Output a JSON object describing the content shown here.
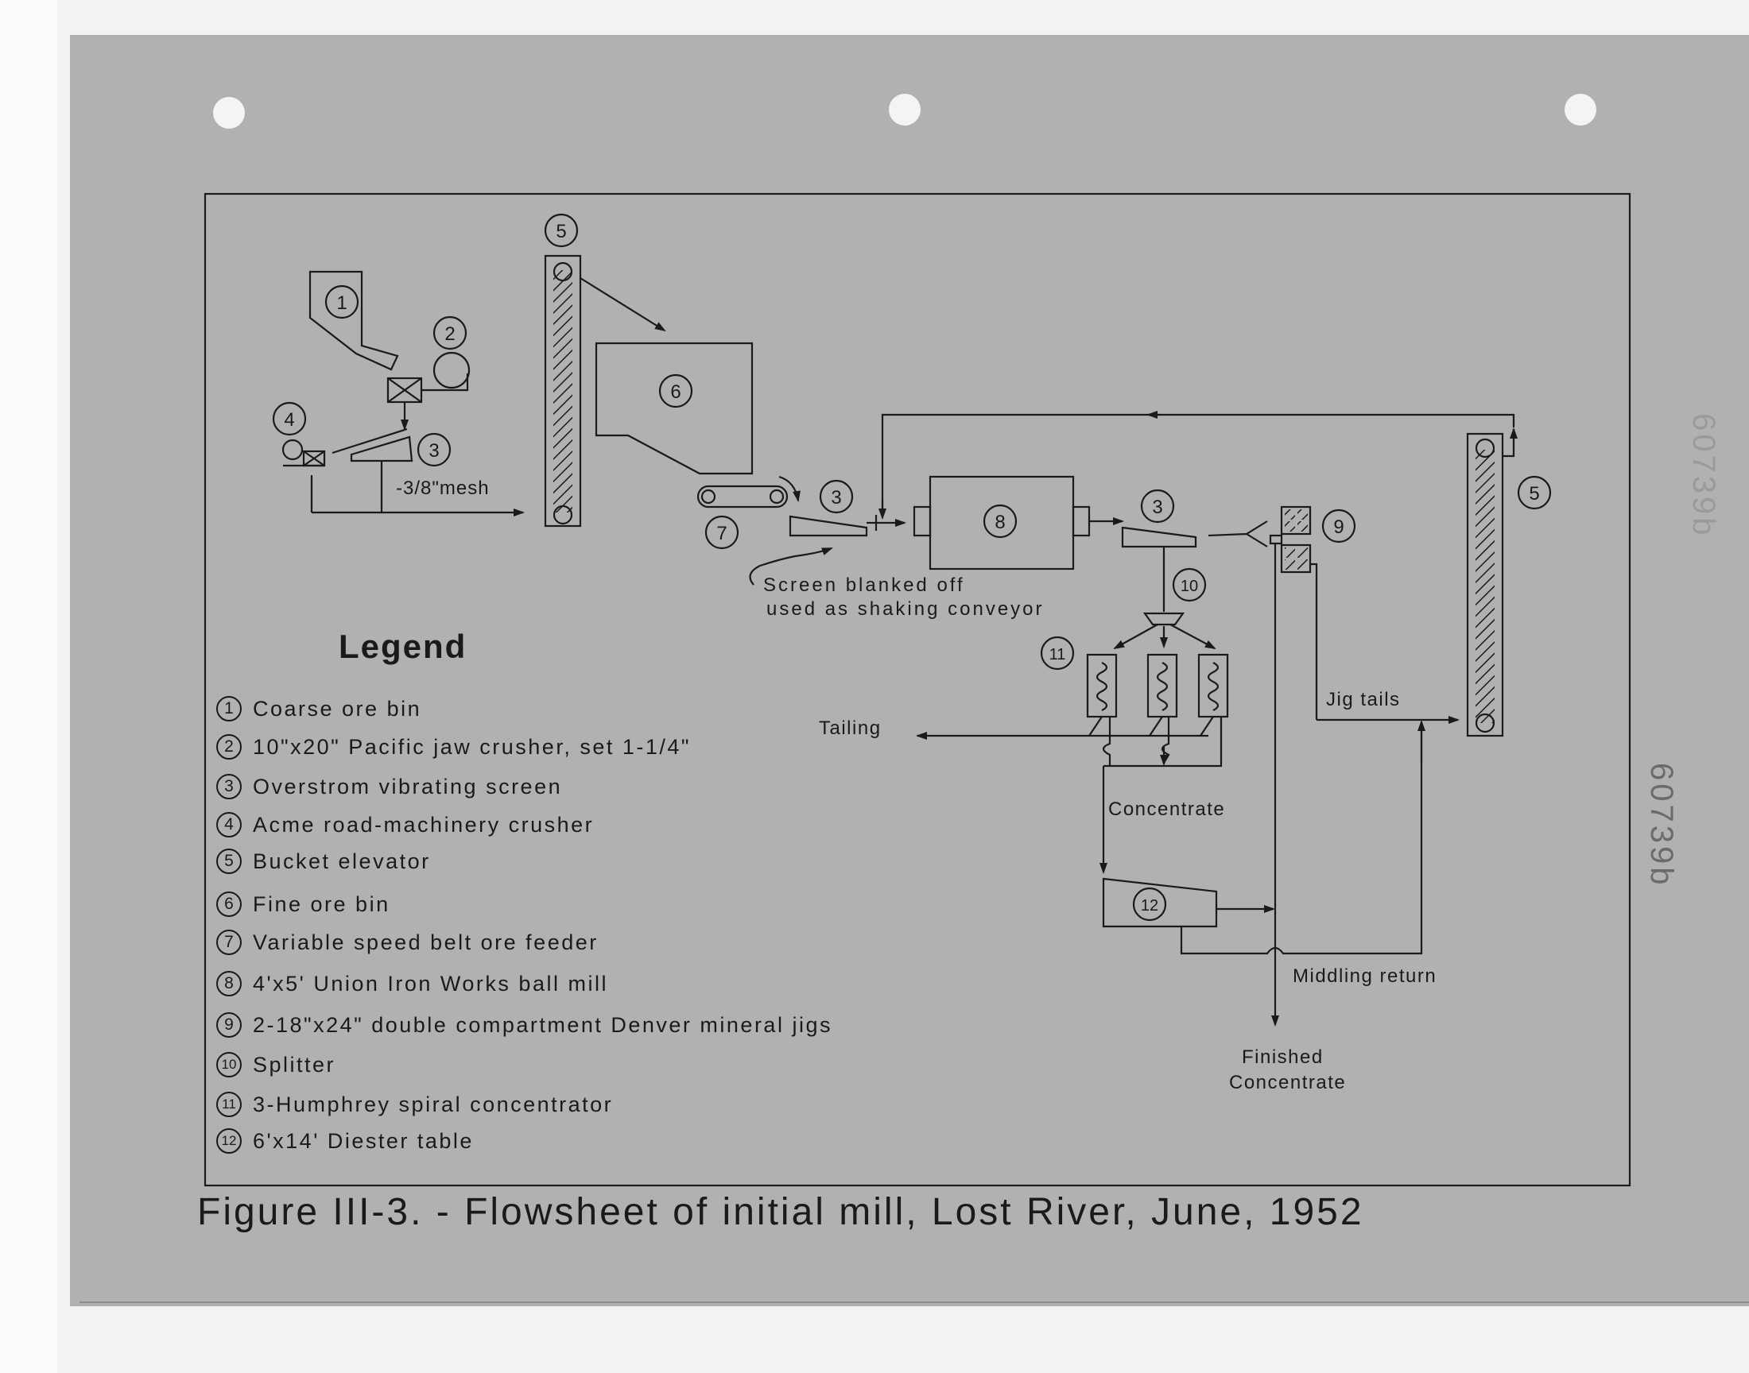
{
  "figure": {
    "caption": "Figure III-3. - Flowsheet of initial mill, Lost River, June, 1952",
    "margin_code": "60739b",
    "margin_code_faint": "60739b"
  },
  "legend": {
    "title": "Legend",
    "items": [
      {
        "num": "1",
        "text": "Coarse ore bin"
      },
      {
        "num": "2",
        "text": "10\"x20\" Pacific jaw crusher, set 1-1/4\""
      },
      {
        "num": "3",
        "text": "Overstrom vibrating screen"
      },
      {
        "num": "4",
        "text": "Acme road-machinery crusher"
      },
      {
        "num": "5",
        "text": "Bucket elevator"
      },
      {
        "num": "6",
        "text": "Fine ore bin"
      },
      {
        "num": "7",
        "text": "Variable speed belt ore feeder"
      },
      {
        "num": "8",
        "text": "4'x5' Union Iron Works ball mill"
      },
      {
        "num": "9",
        "text": "2-18\"x24\" double compartment Denver mineral jigs"
      },
      {
        "num": "10",
        "text": "Splitter"
      },
      {
        "num": "11",
        "text": "3-Humphrey spiral concentrator"
      },
      {
        "num": "12",
        "text": "6'x14' Diester table"
      }
    ]
  },
  "diagram": {
    "mesh_label": "-3/8\"mesh",
    "screen_note_line1": "Screen blanked off",
    "screen_note_line2": "used as shaking conveyor",
    "tailing": "Tailing",
    "concentrate": "Concentrate",
    "jig_tails": "Jig tails",
    "middling_return": "Middling return",
    "finished_line1": "Finished",
    "finished_line2": "Concentrate",
    "node_labels": {
      "n1": "1",
      "n2": "2",
      "n3a": "3",
      "n4": "4",
      "n5a": "5",
      "n6": "6",
      "n3b": "3",
      "n7": "7",
      "n8": "8",
      "n3c": "3",
      "n9": "9",
      "n10": "10",
      "n11": "11",
      "n12": "12",
      "n5b": "5"
    }
  }
}
